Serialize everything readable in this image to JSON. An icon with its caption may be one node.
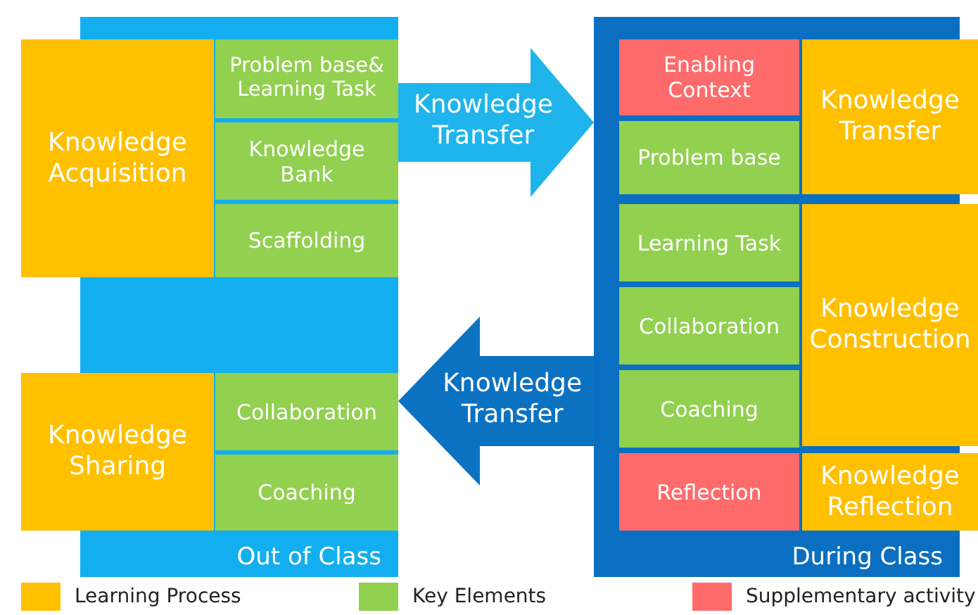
{
  "diagram": {
    "nodes": [
      {
        "text": [
          "Out of Class"
        ]
      },
      {
        "text": [
          "Knowledge Acquisition"
        ]
      },
      {
        "text": [
          "Problem base& Learning Task"
        ],
        "in": 0
      },
      {
        "text": [
          "Knowledge Bank"
        ],
        "in": 0
      },
      {
        "text": [
          "Scaffolding"
        ],
        "in": 0
      },
      {
        "text": [
          "Knowledge Sharing"
        ]
      },
      {
        "text": [
          "Collaboration"
        ],
        "in": 0
      },
      {
        "text": [
          "Coaching"
        ],
        "in": 0
      },
      {
        "text": [
          "During Class"
        ]
      },
      {
        "text": [
          "Enabling Context"
        ],
        "in": 8
      },
      {
        "text": [
          "Knowledge Transfer"
        ]
      },
      {
        "text": [
          "Problem base"
        ],
        "in": 8
      },
      {
        "text": [
          "Learning Task"
        ],
        "in": 8
      },
      {
        "text": [
          "Knowledge Construction"
        ]
      },
      {
        "text": [
          "Collaboration"
        ],
        "in": 8
      },
      {
        "text": [
          "Coaching"
        ],
        "in": 8
      },
      {
        "text": [
          "Reflection"
        ],
        "in": 8
      },
      {
        "text": [
          "Knowledge Reflection"
        ]
      }
    ],
    "edges": [
      {
        "from": 0,
        "to": 8,
        "arrow": "to",
        "label": "Knowledge Transfer",
        "style": "thick",
        "color": "#1fb4ec"
      },
      {
        "from": 8,
        "to": 0,
        "arrow": "to",
        "label": "Knowledge Transfer",
        "style": "thick",
        "color": "#0b72c2"
      }
    ],
    "legend": [
      {
        "text": "Learning Process",
        "color": "#ffc000"
      },
      {
        "text": "Key Elements",
        "color": "#92d050"
      },
      {
        "text": "Supplementary activity",
        "color": "#ff6b6b"
      }
    ]
  }
}
